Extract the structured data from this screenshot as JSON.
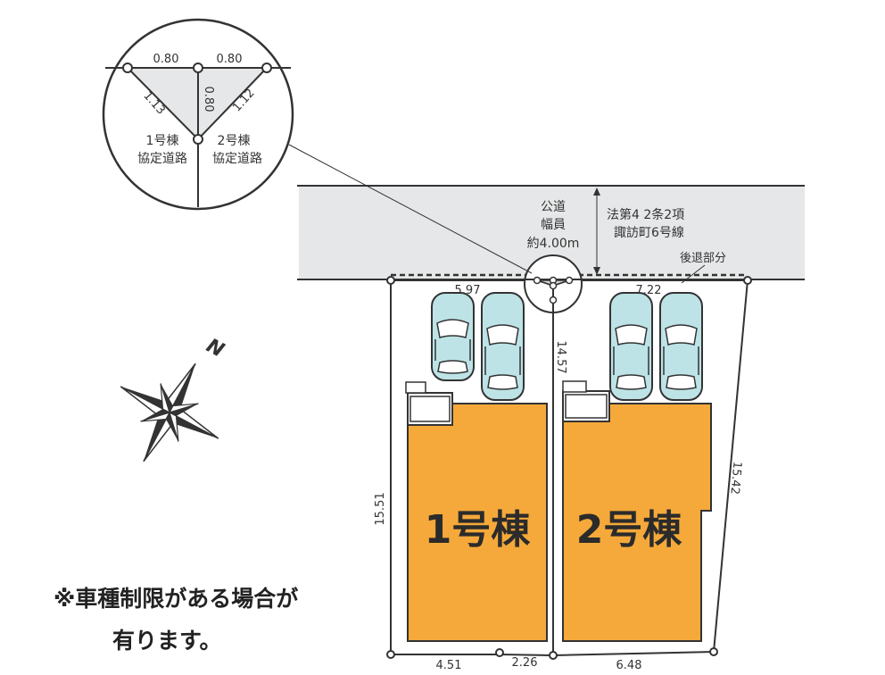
{
  "inset": {
    "dim_top_left": "0.80",
    "dim_top_right": "0.80",
    "dim_center": "0.80",
    "dim_diag_left": "1.13",
    "dim_diag_right": "1.12",
    "left_label_line1": "1号棟",
    "left_label_line2": "協定道路",
    "right_label_line1": "2号棟",
    "right_label_line2": "協定道路"
  },
  "road": {
    "line1": "公道",
    "line2": "幅員",
    "line3": "約4.00m",
    "law_line1": "法第4 2条2項",
    "law_line2": "諏訪町6号線",
    "setback": "後退部分"
  },
  "dims": {
    "top_left": "5.97",
    "top_right": "7.22",
    "center_vertical": "14.57",
    "left_side": "15.51",
    "right_side": "15.42",
    "bottom_left": "4.51",
    "bottom_mid": "2.26",
    "bottom_right": "6.48"
  },
  "buildings": {
    "b1": "1号棟",
    "b2": "2号棟"
  },
  "compass": {
    "north": "N"
  },
  "note": {
    "line1": "※車種制限がある場合が",
    "line2": "有ります。"
  },
  "colors": {
    "building": "#F5A93A",
    "road": "#E6E7E8",
    "car": "#BDE3E6"
  }
}
